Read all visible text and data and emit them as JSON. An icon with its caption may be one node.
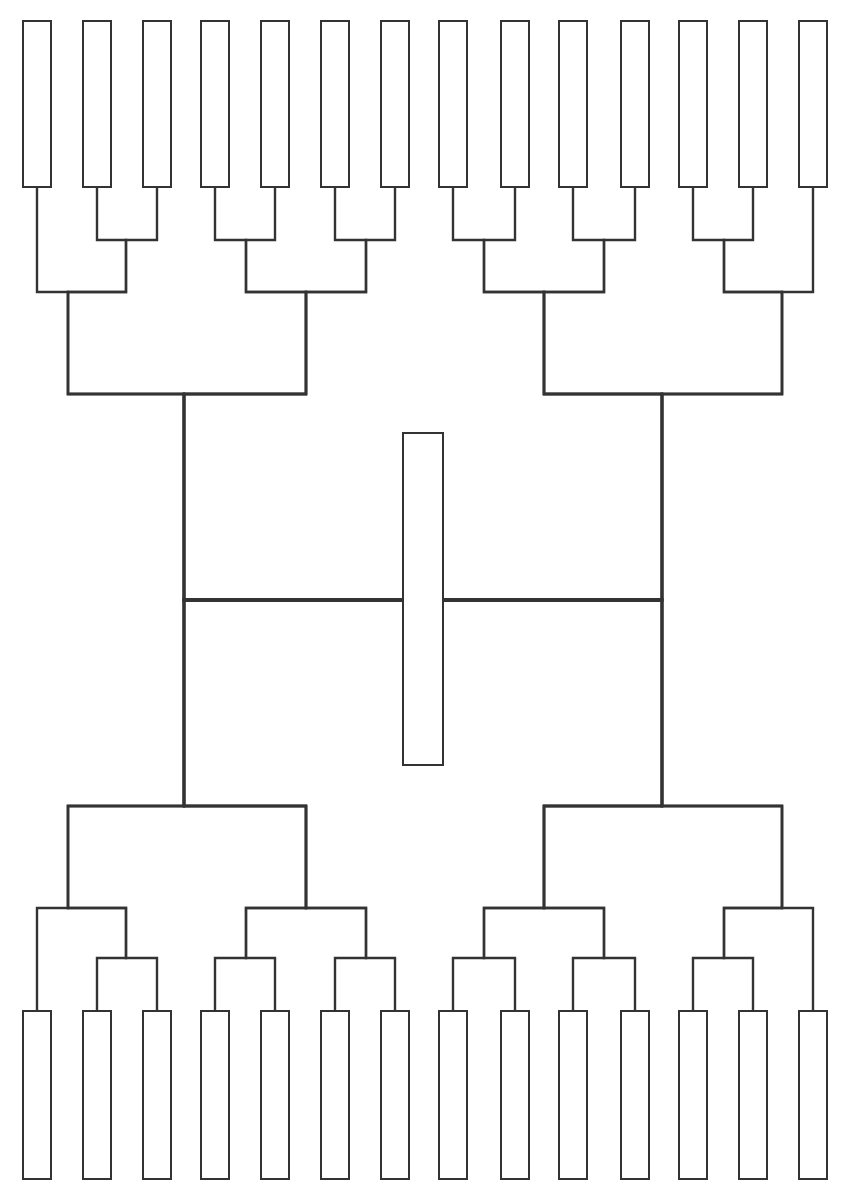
{
  "diagram": {
    "nodes": [
      {
        "text": [],
        "shape": "box"
      },
      {
        "text": [],
        "shape": "box"
      },
      {
        "text": [],
        "shape": "box"
      },
      {
        "text": [],
        "shape": "box"
      },
      {
        "text": [],
        "shape": "box"
      },
      {
        "text": [],
        "shape": "box"
      },
      {
        "text": [],
        "shape": "box"
      },
      {
        "text": [],
        "shape": "box"
      },
      {
        "text": [],
        "shape": "box"
      },
      {
        "text": [],
        "shape": "box"
      },
      {
        "text": [],
        "shape": "box"
      },
      {
        "text": [],
        "shape": "box"
      },
      {
        "text": [],
        "shape": "box"
      },
      {
        "text": [],
        "shape": "box"
      },
      {
        "text": [],
        "shape": "box"
      },
      {
        "text": [],
        "shape": "box"
      },
      {
        "text": [],
        "shape": "box"
      },
      {
        "text": [],
        "shape": "box"
      },
      {
        "text": [],
        "shape": "box"
      },
      {
        "text": [],
        "shape": "box"
      },
      {
        "text": [],
        "shape": "box"
      },
      {
        "text": [],
        "shape": "box"
      },
      {
        "text": [],
        "shape": "box"
      },
      {
        "text": [],
        "shape": "box"
      },
      {
        "text": [],
        "shape": "box"
      },
      {
        "text": [],
        "shape": "box"
      },
      {
        "text": [],
        "shape": "box"
      },
      {
        "text": [],
        "shape": "box"
      },
      {
        "text": [],
        "shape": "box"
      }
    ],
    "edges": [
      {
        "from": 0,
        "to": 14,
        "arrow": "none"
      },
      {
        "from": 1,
        "to": 14,
        "arrow": "none"
      },
      {
        "from": 2,
        "to": 14,
        "arrow": "none"
      },
      {
        "from": 3,
        "to": 14,
        "arrow": "none"
      },
      {
        "from": 4,
        "to": 14,
        "arrow": "none"
      },
      {
        "from": 5,
        "to": 14,
        "arrow": "none"
      },
      {
        "from": 6,
        "to": 14,
        "arrow": "none"
      },
      {
        "from": 7,
        "to": 14,
        "arrow": "none"
      },
      {
        "from": 8,
        "to": 14,
        "arrow": "none"
      },
      {
        "from": 9,
        "to": 14,
        "arrow": "none"
      },
      {
        "from": 10,
        "to": 14,
        "arrow": "none"
      },
      {
        "from": 11,
        "to": 14,
        "arrow": "none"
      },
      {
        "from": 12,
        "to": 14,
        "arrow": "none"
      },
      {
        "from": 13,
        "to": 14,
        "arrow": "none"
      },
      {
        "from": 15,
        "to": 14,
        "arrow": "none"
      },
      {
        "from": 16,
        "to": 14,
        "arrow": "none"
      },
      {
        "from": 17,
        "to": 14,
        "arrow": "none"
      },
      {
        "from": 18,
        "to": 14,
        "arrow": "none"
      },
      {
        "from": 19,
        "to": 14,
        "arrow": "none"
      },
      {
        "from": 20,
        "to": 14,
        "arrow": "none"
      },
      {
        "from": 21,
        "to": 14,
        "arrow": "none"
      },
      {
        "from": 22,
        "to": 14,
        "arrow": "none"
      },
      {
        "from": 23,
        "to": 14,
        "arrow": "none"
      },
      {
        "from": 24,
        "to": 14,
        "arrow": "none"
      },
      {
        "from": 25,
        "to": 14,
        "arrow": "none"
      },
      {
        "from": 26,
        "to": 14,
        "arrow": "none"
      },
      {
        "from": 27,
        "to": 14,
        "arrow": "none"
      },
      {
        "from": 28,
        "to": 14,
        "arrow": "none"
      }
    ]
  }
}
